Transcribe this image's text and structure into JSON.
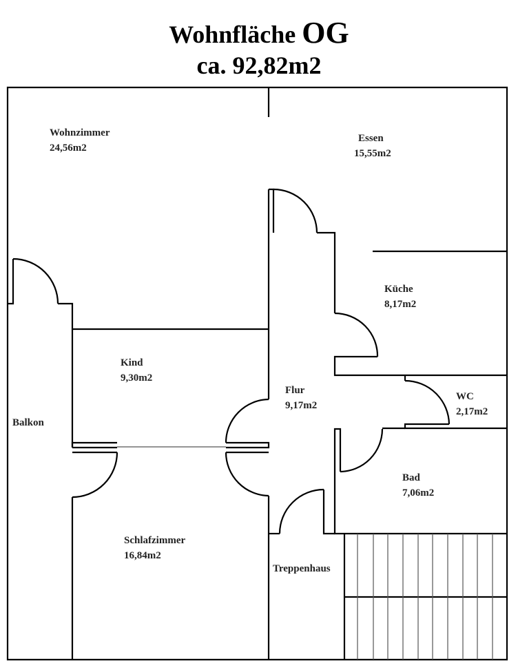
{
  "header": {
    "title_main": "Wohnfläche",
    "title_floor": "OG",
    "total_area": "ca. 92,82m2"
  },
  "rooms": {
    "wohnzimmer": {
      "name": "Wohnzimmer",
      "area": "24,56m2"
    },
    "essen": {
      "name": "Essen",
      "area": "15,55m2"
    },
    "kueche": {
      "name": "Küche",
      "area": "8,17m2"
    },
    "kind": {
      "name": "Kind",
      "area": "9,30m2"
    },
    "flur": {
      "name": "Flur",
      "area": "9,17m2"
    },
    "wc": {
      "name": "WC",
      "area": "2,17m2"
    },
    "balkon": {
      "name": "Balkon"
    },
    "bad": {
      "name": "Bad",
      "area": "7,06m2"
    },
    "schlafzimmer": {
      "name": "Schlafzimmer",
      "area": "16,84m2"
    },
    "treppenhaus": {
      "name": "Treppenhaus"
    }
  }
}
